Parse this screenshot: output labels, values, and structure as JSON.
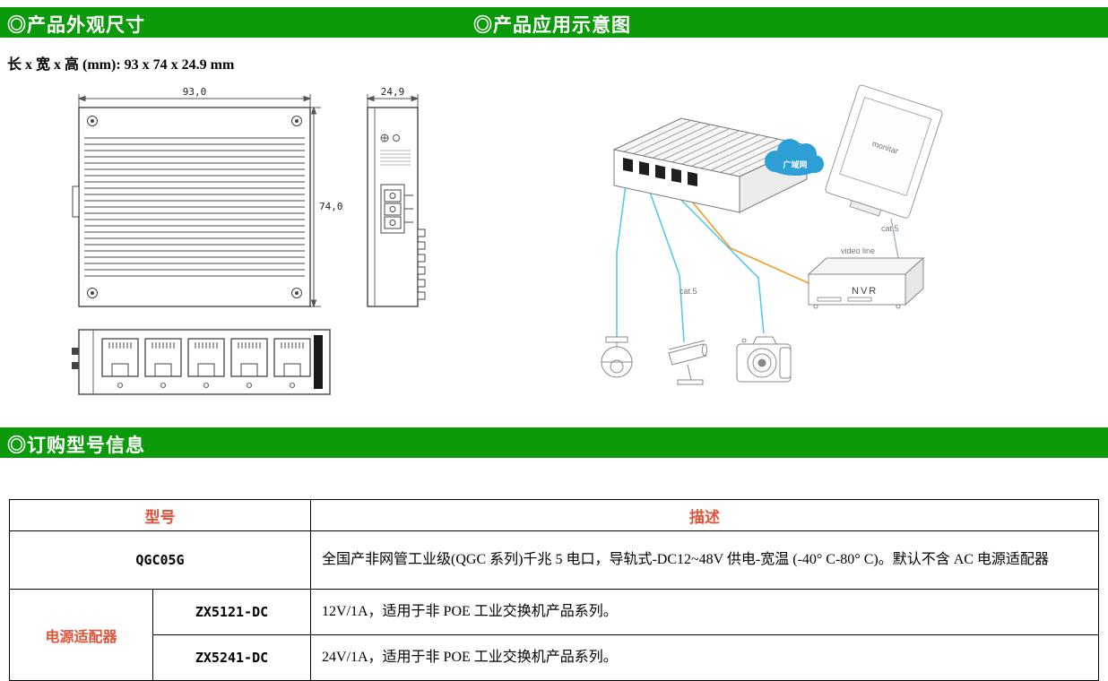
{
  "colors": {
    "section_bar_green": "#0a9a0a",
    "table_accent_red": "#e2533a",
    "cable_blue": "#56c7f0",
    "cable_orange": "#f59a23",
    "cloud_blue": "#2b9fd6"
  },
  "sections": {
    "product_dimensions_title": "◎产品外观尺寸",
    "application_diagram_title": "◎产品应用示意图",
    "ordering_info_title": "◎订购型号信息"
  },
  "dimensions": {
    "summary_line": "长 x 宽 x 高 (mm): 93 x 74 x 24.9 mm",
    "front_width_mm": "93,0",
    "front_height_mm": "74,0",
    "side_depth_mm": "24,9"
  },
  "application_diagram": {
    "wan_cloud_label": "广域网",
    "monitor_label": "monitar",
    "cat5_label_monitor": "cat.5",
    "video_line_label": "video line",
    "nvr_label": "NVR",
    "cat5_label_cameras": "cat.5"
  },
  "ordering_table": {
    "header_model": "型号",
    "header_description": "描述",
    "rows": [
      {
        "model": "QGC05G",
        "description": "全国产非网管工业级(QGC 系列)千兆 5 电口，导轨式-DC12~48V 供电-宽温 (-40° C-80° C)。默认不含 AC 电源适配器"
      },
      {
        "group": "电源适配器",
        "model": "ZX5121-DC",
        "description": "12V/1A，适用于非 POE 工业交换机产品系列。"
      },
      {
        "model": "ZX5241-DC",
        "description": "24V/1A，适用于非 POE 工业交换机产品系列。"
      }
    ]
  }
}
